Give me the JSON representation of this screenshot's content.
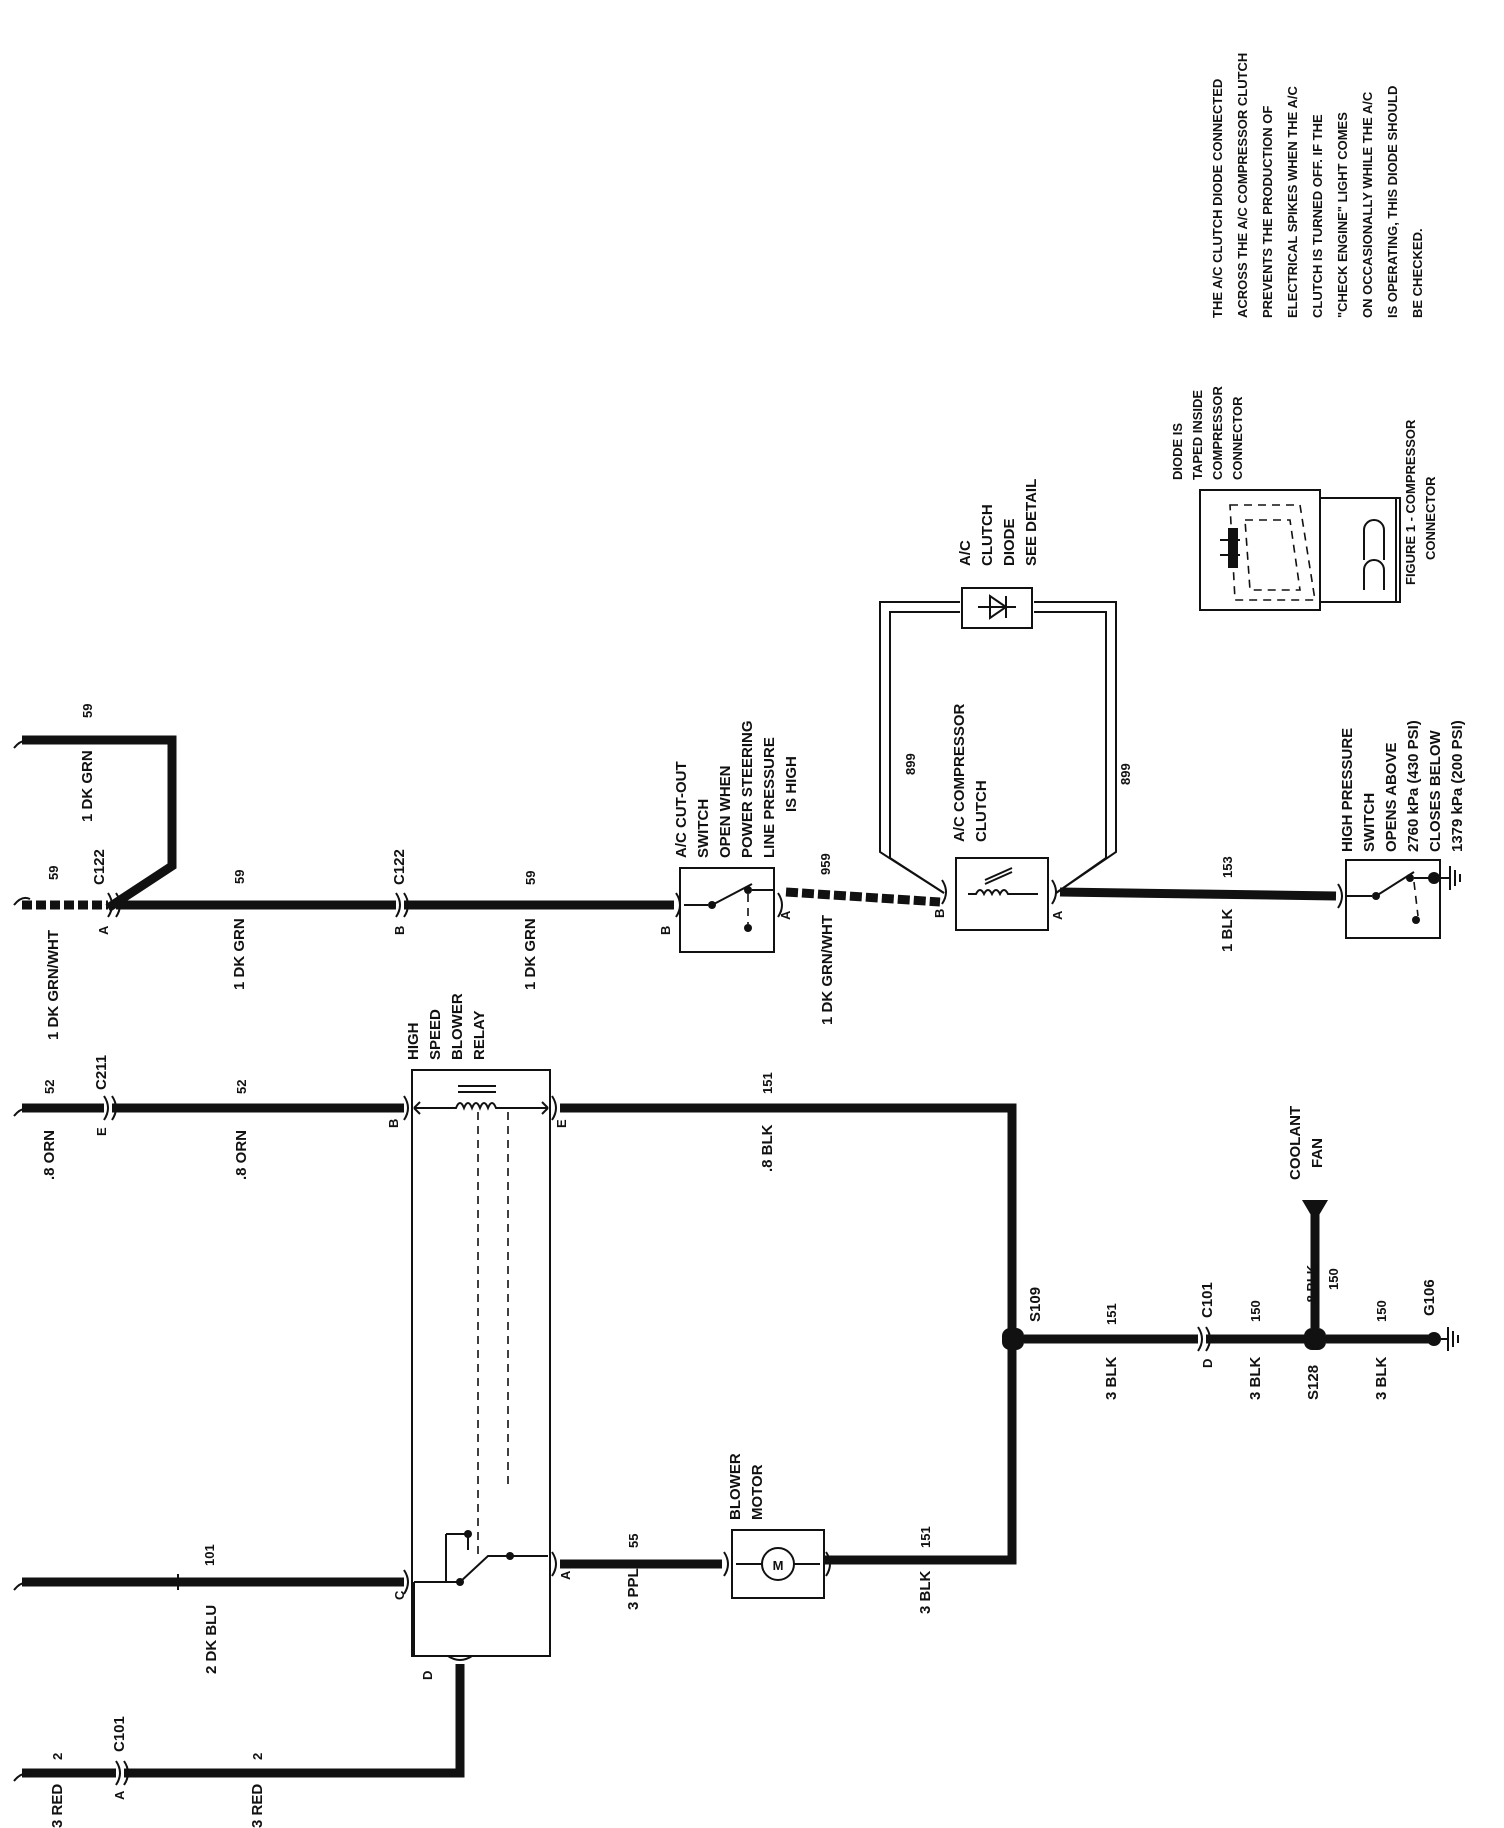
{
  "note": {
    "lines": [
      "THE A/C CLUTCH DIODE CONNECTED",
      "ACROSS THE A/C COMPRESSOR CLUTCH",
      "PREVENTS THE PRODUCTION OF",
      "ELECTRICAL SPIKES WHEN THE A/C",
      "CLUTCH IS TURNED OFF.  IF THE",
      "\"CHECK ENGINE\" LIGHT COMES",
      "ON OCCASIONALLY WHILE THE A/C",
      "IS OPERATING, THIS DIODE SHOULD",
      "BE CHECKED."
    ]
  },
  "figure1": {
    "callout": [
      "DIODE IS",
      "TAPED INSIDE",
      "COMPRESSOR",
      "CONNECTOR"
    ],
    "caption": [
      "FIGURE 1 - COMPRESSOR",
      "CONNECTOR"
    ]
  },
  "components": {
    "diode": [
      "A/C",
      "CLUTCH",
      "DIODE",
      "SEE DETAIL"
    ],
    "clutch": [
      "A/C COMPRESSOR",
      "CLUTCH"
    ],
    "cutout": [
      "A/C CUT-OUT",
      "SWITCH",
      "OPEN WHEN",
      "POWER STEERING",
      "LINE PRESSURE",
      "IS HIGH"
    ],
    "hps": [
      "HIGH PRESSURE",
      "SWITCH",
      "OPENS ABOVE",
      "2760 kPa (430 PSI)",
      "CLOSES BELOW",
      "1379 kPa (200 PSI)"
    ],
    "relay": [
      "HIGH",
      "SPEED",
      "BLOWER",
      "RELAY"
    ],
    "blower": [
      "BLOWER",
      "MOTOR"
    ],
    "motor_symbol": "M",
    "coolant_fan": [
      "COOLANT",
      "FAN"
    ]
  },
  "connectors": {
    "c122_top": "C122",
    "c122_mid": "C122",
    "c211": "C211",
    "c101_right": "C101",
    "c101_left": "C101",
    "s109": "S109",
    "s128": "S128",
    "g106": "G106"
  },
  "pins": {
    "c122_top_a": "A",
    "c122_mid_b": "B",
    "cutout_b": "B",
    "cutout_a": "A",
    "clutch_b": "B",
    "clutch_a": "A",
    "c211_e": "E",
    "relay_b": "B",
    "relay_e": "E",
    "relay_c": "C",
    "relay_a": "A",
    "relay_d": "D",
    "c101_d": "D",
    "c101_a": "A"
  },
  "wires": {
    "w59_wht_num": "59",
    "w59_wht_label": "1 DK GRN/WHT",
    "w59_top_num": "59",
    "w59_top_label": "1 DK GRN",
    "w59_a_num": "59",
    "w59_a_label": "1 DK GRN",
    "w59_b_num": "59",
    "w59_b_label": "1 DK GRN",
    "w959_num": "959",
    "w959_label": "1 DK GRN/WHT",
    "w899_top": "899",
    "w899_bot": "899",
    "w153_num": "153",
    "w153_label": "1 BLK",
    "w52_num": "52",
    "w52_label": ".8 ORN",
    "w52b_num": "52",
    "w52b_label": ".8 ORN",
    "w151_num": "151",
    "w151_label": ".8 BLK",
    "w151b_num": "151",
    "w151b_label": "3 BLK",
    "w150_num": "150",
    "w150_label": "3 BLK",
    "w150b_num": "150",
    "w150b_label": "3 BLK",
    "w150fan_num": "150",
    "w150fan_label": ".8 BLK",
    "w101_num": "101",
    "w101_label": "2 DK BLU",
    "w55_num": "55",
    "w55_label": "3 PPL",
    "w151c_num": "151",
    "w151c_label": "3 BLK",
    "w2_num": "2",
    "w2_label": "3 RED",
    "w2b_num": "2",
    "w2b_label": "3 RED"
  }
}
